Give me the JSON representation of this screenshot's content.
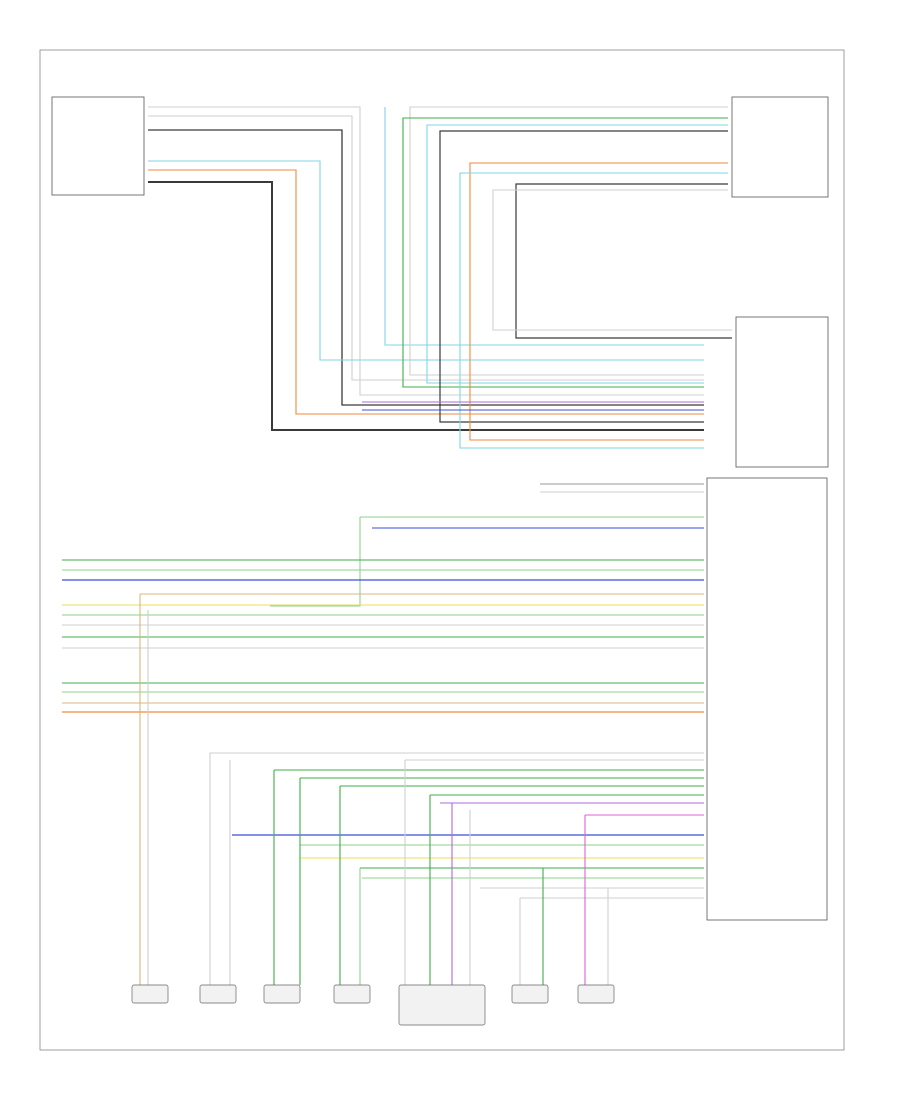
{
  "figure_code": "",
  "connectors": [
    {
      "id": "top-left",
      "caption": "",
      "pins": [
        "",
        "",
        "",
        "",
        "",
        "",
        "",
        "",
        ""
      ]
    },
    {
      "id": "top-right",
      "caption": "",
      "pins": [
        "",
        "",
        "",
        "",
        "",
        "",
        "",
        "",
        ""
      ]
    },
    {
      "id": "amplifier",
      "caption": "",
      "pins": [
        "",
        "",
        "",
        "",
        "",
        "",
        "",
        "",
        "",
        "",
        "",
        "",
        "",
        ""
      ]
    },
    {
      "id": "radio-module",
      "caption": "",
      "pins": []
    }
  ],
  "splice_labels": [],
  "wire_colors": {
    "green": "#3fae49",
    "light_green": "#8fd18a",
    "blue": "#3b4fd6",
    "light_blue": "#7fd6e6",
    "orange": "#f08a3c",
    "tan": "#d9b77c",
    "yellow": "#e8e25a",
    "violet": "#b06ad8",
    "magenta": "#e060d0",
    "dark_gray": "#3a3a3a",
    "gray": "#9a9a9a",
    "light_gray": "#cfcfcf",
    "white": "#e6e6e6"
  },
  "speakers": [
    {
      "id": "speaker-1",
      "caption": ""
    },
    {
      "id": "speaker-2",
      "caption": ""
    },
    {
      "id": "speaker-3",
      "caption": ""
    },
    {
      "id": "speaker-4",
      "caption": ""
    },
    {
      "id": "speaker-5",
      "caption": ""
    },
    {
      "id": "speaker-6",
      "caption": ""
    },
    {
      "id": "speaker-7",
      "caption": ""
    }
  ]
}
